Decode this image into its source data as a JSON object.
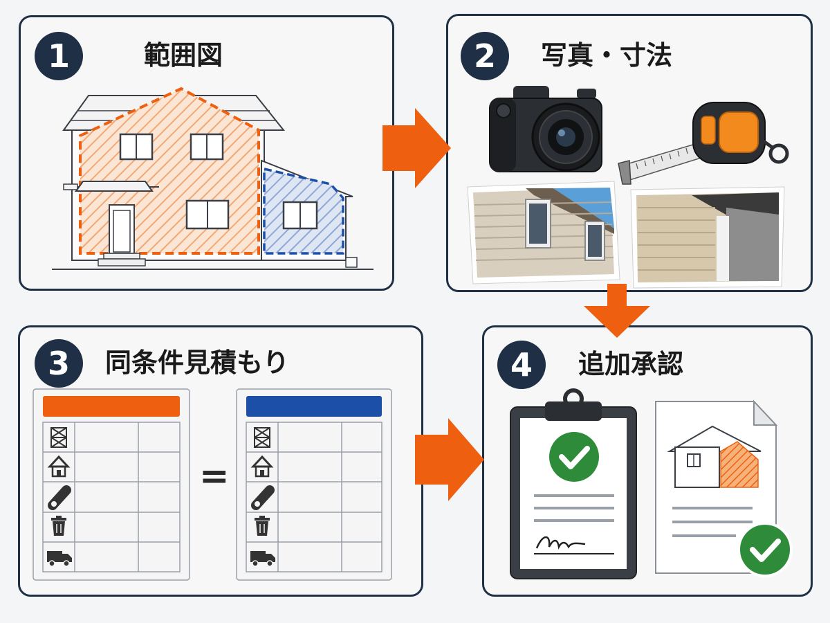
{
  "steps": [
    {
      "number": "1",
      "title": "範囲図"
    },
    {
      "number": "2",
      "title": "写真・寸法"
    },
    {
      "number": "3",
      "title": "同条件見積もり"
    },
    {
      "number": "4",
      "title": "追加承認"
    }
  ],
  "equals_sign": "=",
  "colors": {
    "navy": "#1f2f45",
    "orange": "#ee6010",
    "blue": "#1b4fa8",
    "green": "#2e8b3a",
    "panel_bg": "#f7f7f8"
  },
  "icons": [
    "house-drawing-icon",
    "camera-icon",
    "tape-measure-icon",
    "scaffold-icon",
    "roof-icon",
    "material-roll-icon",
    "trash-icon",
    "truck-icon",
    "clipboard-icon",
    "checkmark-icon",
    "document-icon",
    "signature-icon"
  ]
}
